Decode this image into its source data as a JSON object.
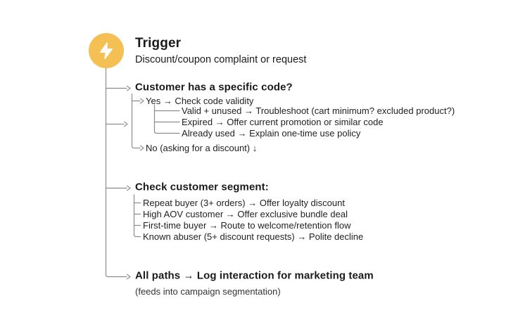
{
  "trigger": {
    "title": "Trigger",
    "subtitle": "Discount/coupon complaint or request",
    "icon": "lightning-bolt-icon"
  },
  "code_question": {
    "heading": "Customer has a specific code?",
    "yes_branch": "Yes → Check code validity",
    "outcomes": [
      "Valid + unused → Troubleshoot (cart minimum? excluded product?)",
      "Expired → Offer current promotion or similar code",
      "Already used → Explain one-time use policy"
    ],
    "no_branch": "No (asking for a discount) ↓"
  },
  "segment_check": {
    "heading": "Check customer segment:",
    "items": [
      "Repeat buyer (3+ orders) → Offer loyalty discount",
      "High AOV customer → Offer exclusive bundle deal",
      "First-time buyer → Route to welcome/retention flow",
      "Known abuser (5+ discount requests) → Polite decline"
    ]
  },
  "logging": {
    "heading": "All paths → Log interaction for marketing team",
    "note": "(feeds into campaign segmentation)"
  },
  "colors": {
    "accent": "#F4BF53",
    "connector": "#8C8C8C",
    "text": "#1A1A1A"
  }
}
